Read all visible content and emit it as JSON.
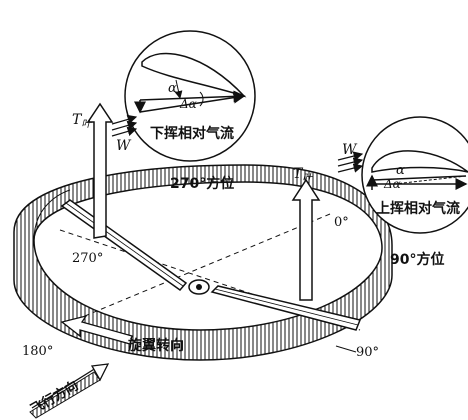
{
  "labels": {
    "t_left_T": "T",
    "t_left_sub": "叶",
    "t_right_T": "T",
    "t_right_sub": "叶",
    "w_left": "W",
    "w_right": "W",
    "alpha_left": "α",
    "delta_alpha_left": "Δα",
    "alpha_right": "α",
    "delta_alpha_right": "Δα",
    "downflow_text": "下挥相对气流",
    "upflow_text": "上挥相对气流",
    "azimuth_270": "270°方位",
    "azimuth_90": "90°方位",
    "deg_0": "0°",
    "deg_90": "90°",
    "deg_180": "180°",
    "deg_270": "270°",
    "rotor_rotation": "旋翼转向",
    "flight_direction": "飞行方向"
  }
}
